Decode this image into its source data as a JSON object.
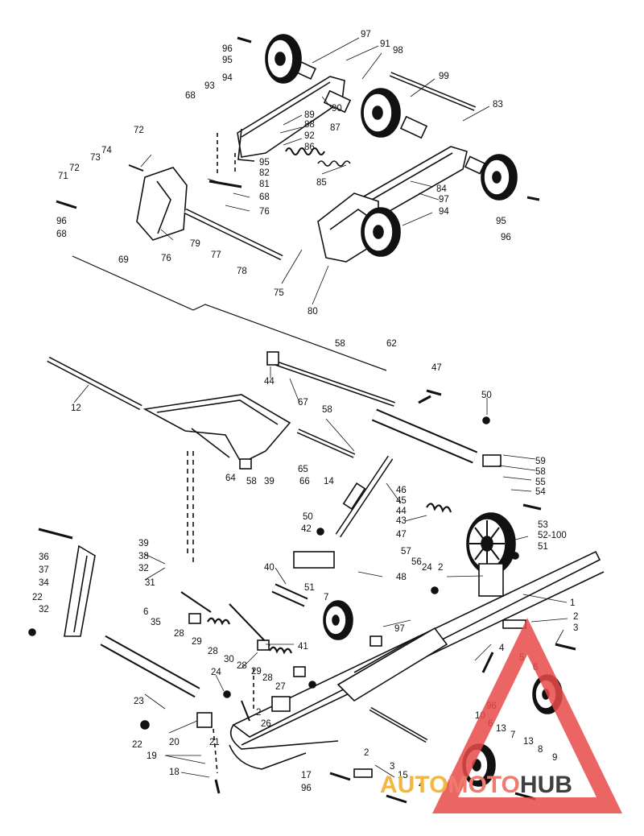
{
  "diagram": {
    "callouts": [
      {
        "id": "c1",
        "text": "97"
      },
      {
        "id": "c2",
        "text": "96"
      },
      {
        "id": "c3",
        "text": "95"
      },
      {
        "id": "c4",
        "text": "91"
      },
      {
        "id": "c5",
        "text": "98"
      },
      {
        "id": "c6",
        "text": "94"
      },
      {
        "id": "c7",
        "text": "99"
      },
      {
        "id": "c8",
        "text": "93"
      },
      {
        "id": "c9",
        "text": "68"
      },
      {
        "id": "c10",
        "text": "90"
      },
      {
        "id": "c11",
        "text": "83"
      },
      {
        "id": "c12",
        "text": "89"
      },
      {
        "id": "c13",
        "text": "88"
      },
      {
        "id": "c14",
        "text": "87"
      },
      {
        "id": "c15",
        "text": "92"
      },
      {
        "id": "c16",
        "text": "72"
      },
      {
        "id": "c17",
        "text": "86"
      },
      {
        "id": "c18",
        "text": "74"
      },
      {
        "id": "c19",
        "text": "95"
      },
      {
        "id": "c20",
        "text": "73"
      },
      {
        "id": "c21",
        "text": "82"
      },
      {
        "id": "c22",
        "text": "72"
      },
      {
        "id": "c23",
        "text": "81"
      },
      {
        "id": "c24",
        "text": "85"
      },
      {
        "id": "c25",
        "text": "71"
      },
      {
        "id": "c26",
        "text": "68"
      },
      {
        "id": "c27",
        "text": "84"
      },
      {
        "id": "c28",
        "text": "97"
      },
      {
        "id": "c29",
        "text": "76"
      },
      {
        "id": "c30",
        "text": "94"
      },
      {
        "id": "c31",
        "text": "96"
      },
      {
        "id": "c32",
        "text": "95"
      },
      {
        "id": "c33",
        "text": "68"
      },
      {
        "id": "c34",
        "text": "79"
      },
      {
        "id": "c35",
        "text": "96"
      },
      {
        "id": "c36",
        "text": "76"
      },
      {
        "id": "c37",
        "text": "77"
      },
      {
        "id": "c38",
        "text": "69"
      },
      {
        "id": "c39",
        "text": "78"
      },
      {
        "id": "c40",
        "text": "75"
      },
      {
        "id": "c41",
        "text": "80"
      },
      {
        "id": "c42",
        "text": "58"
      },
      {
        "id": "c43",
        "text": "62"
      },
      {
        "id": "c44",
        "text": "47"
      },
      {
        "id": "c45",
        "text": "44"
      },
      {
        "id": "c46",
        "text": "67"
      },
      {
        "id": "c47",
        "text": "12"
      },
      {
        "id": "c48",
        "text": "50"
      },
      {
        "id": "c49",
        "text": "58"
      },
      {
        "id": "c50",
        "text": "59"
      },
      {
        "id": "c51",
        "text": "58"
      },
      {
        "id": "c52",
        "text": "65"
      },
      {
        "id": "c53",
        "text": "55"
      },
      {
        "id": "c54",
        "text": "64"
      },
      {
        "id": "c55",
        "text": "58"
      },
      {
        "id": "c56",
        "text": "39"
      },
      {
        "id": "c57",
        "text": "66"
      },
      {
        "id": "c58",
        "text": "14"
      },
      {
        "id": "c59",
        "text": "54"
      },
      {
        "id": "c60",
        "text": "46"
      },
      {
        "id": "c61",
        "text": "45"
      },
      {
        "id": "c62",
        "text": "44"
      },
      {
        "id": "c63",
        "text": "43"
      },
      {
        "id": "c64",
        "text": "50"
      },
      {
        "id": "c65",
        "text": "42"
      },
      {
        "id": "c66",
        "text": "53"
      },
      {
        "id": "c67",
        "text": "52-100"
      },
      {
        "id": "c68",
        "text": "47"
      },
      {
        "id": "c69",
        "text": "51"
      },
      {
        "id": "c70",
        "text": "57"
      },
      {
        "id": "c71",
        "text": "56"
      },
      {
        "id": "c72",
        "text": "39"
      },
      {
        "id": "c73",
        "text": "36"
      },
      {
        "id": "c74",
        "text": "38"
      },
      {
        "id": "c75",
        "text": "37"
      },
      {
        "id": "c76",
        "text": "32"
      },
      {
        "id": "c77",
        "text": "40"
      },
      {
        "id": "c78",
        "text": "48"
      },
      {
        "id": "c79",
        "text": "24"
      },
      {
        "id": "c80",
        "text": "2"
      },
      {
        "id": "c81",
        "text": "34"
      },
      {
        "id": "c82",
        "text": "31"
      },
      {
        "id": "c83",
        "text": "51"
      },
      {
        "id": "c84",
        "text": "7"
      },
      {
        "id": "c85",
        "text": "22"
      },
      {
        "id": "c86",
        "text": "32"
      },
      {
        "id": "c87",
        "text": "6"
      },
      {
        "id": "c88",
        "text": "35"
      },
      {
        "id": "c89",
        "text": "1"
      },
      {
        "id": "c90",
        "text": "28"
      },
      {
        "id": "c91",
        "text": "2"
      },
      {
        "id": "c92",
        "text": "97"
      },
      {
        "id": "c93",
        "text": "29"
      },
      {
        "id": "c94",
        "text": "3"
      },
      {
        "id": "c95",
        "text": "28"
      },
      {
        "id": "c96",
        "text": "41"
      },
      {
        "id": "c97",
        "text": "4"
      },
      {
        "id": "c98",
        "text": "30"
      },
      {
        "id": "c99",
        "text": "5"
      },
      {
        "id": "c100",
        "text": "28"
      },
      {
        "id": "c101",
        "text": "29"
      },
      {
        "id": "c102",
        "text": "6"
      },
      {
        "id": "c103",
        "text": "28"
      },
      {
        "id": "c104",
        "text": "24"
      },
      {
        "id": "c105",
        "text": "27"
      },
      {
        "id": "c106",
        "text": "23"
      },
      {
        "id": "c107",
        "text": "2"
      },
      {
        "id": "c108",
        "text": "96"
      },
      {
        "id": "c109",
        "text": "26"
      },
      {
        "id": "c110",
        "text": "10"
      },
      {
        "id": "c111",
        "text": "6"
      },
      {
        "id": "c112",
        "text": "22"
      },
      {
        "id": "c113",
        "text": "20"
      },
      {
        "id": "c114",
        "text": "13"
      },
      {
        "id": "c115",
        "text": "7"
      },
      {
        "id": "c116",
        "text": "21"
      },
      {
        "id": "c117",
        "text": "13"
      },
      {
        "id": "c118",
        "text": "19"
      },
      {
        "id": "c119",
        "text": "8"
      },
      {
        "id": "c120",
        "text": "2"
      },
      {
        "id": "c121",
        "text": "9"
      },
      {
        "id": "c122",
        "text": "18"
      },
      {
        "id": "c123",
        "text": "3"
      },
      {
        "id": "c124",
        "text": "15"
      },
      {
        "id": "c125",
        "text": "17"
      },
      {
        "id": "c126",
        "text": "4"
      },
      {
        "id": "c127",
        "text": "96"
      }
    ]
  },
  "watermark": {
    "part1": "AUTO",
    "part2": "MOTO",
    "part3": "HUB",
    "color_auto": "#f3b63f",
    "color_moto": "#ef7b6e",
    "color_hub": "#3f3f3f",
    "triangle_color": "#e84a4a"
  }
}
